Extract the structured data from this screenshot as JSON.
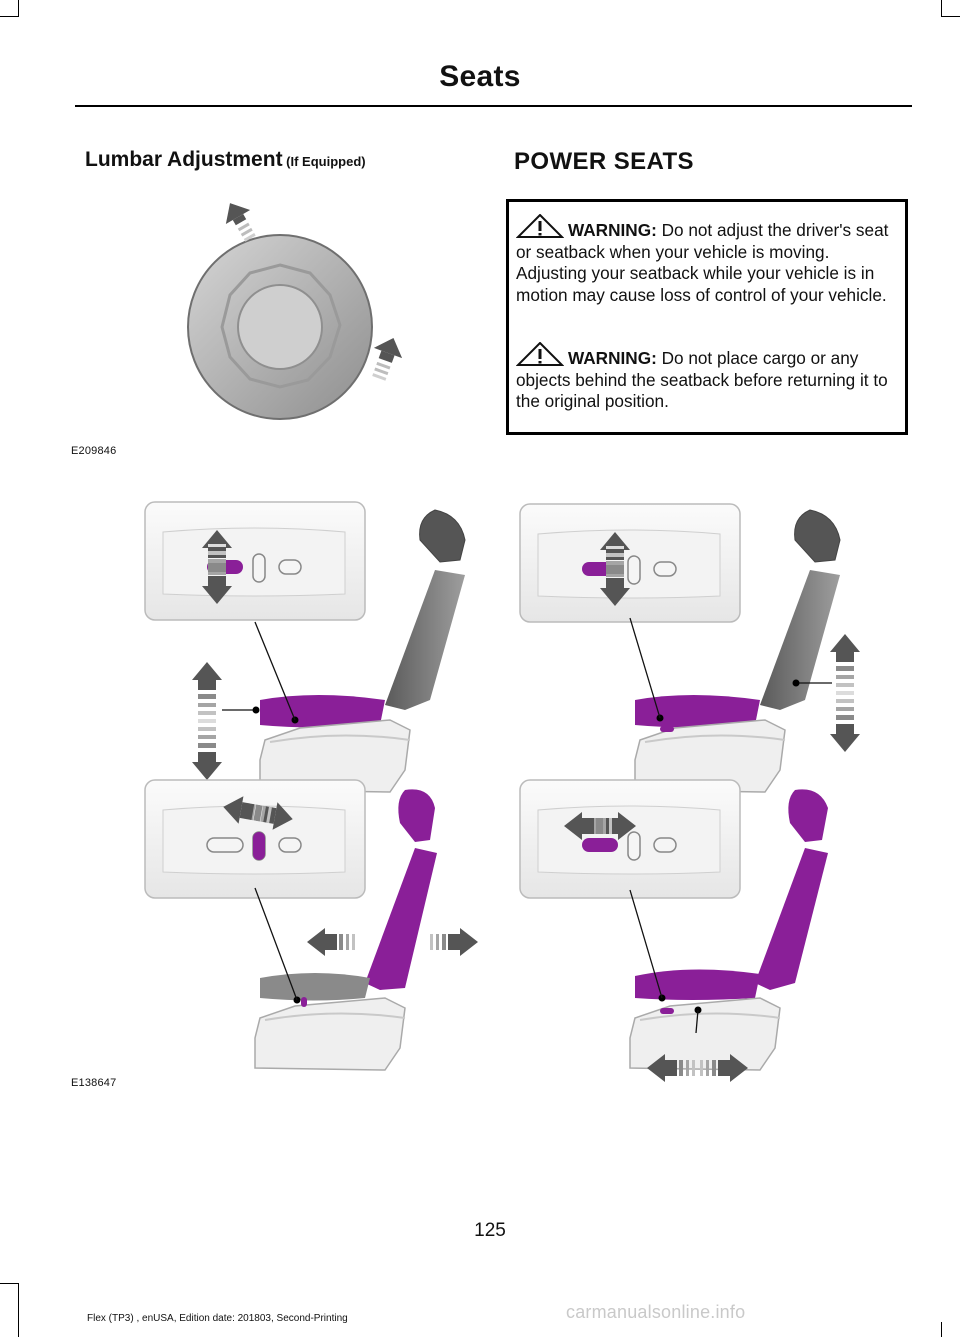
{
  "header": {
    "title": "Seats"
  },
  "lumbar": {
    "heading": "Lumbar Adjustment",
    "qualifier": " (If Equipped)",
    "figure_id": "E209846"
  },
  "power_seats": {
    "heading": "POWER SEATS",
    "warnings": [
      {
        "label": "WARNING:",
        "text": " Do not adjust the driver's seat or seatback when your vehicle is moving. Adjusting your seatback while your vehicle is in motion may cause loss of control of your vehicle."
      },
      {
        "label": "WARNING:",
        "text": " Do not place cargo or any objects behind the seatback before returning it to the original position."
      }
    ]
  },
  "seats_figure": {
    "figure_id": "E138647"
  },
  "footer": {
    "page_number": "125",
    "edition": "Flex (TP3) , enUSA, Edition date: 201803, Second-Printing",
    "watermark": "carmanualsonline.info"
  },
  "colors": {
    "highlight": "#8a1f98",
    "arrow": "#555555",
    "seat_grey": "#8c8c8c"
  },
  "icons": [
    "warning-triangle-icon",
    "lumbar-knob-icon",
    "direction-arrow-icon"
  ]
}
